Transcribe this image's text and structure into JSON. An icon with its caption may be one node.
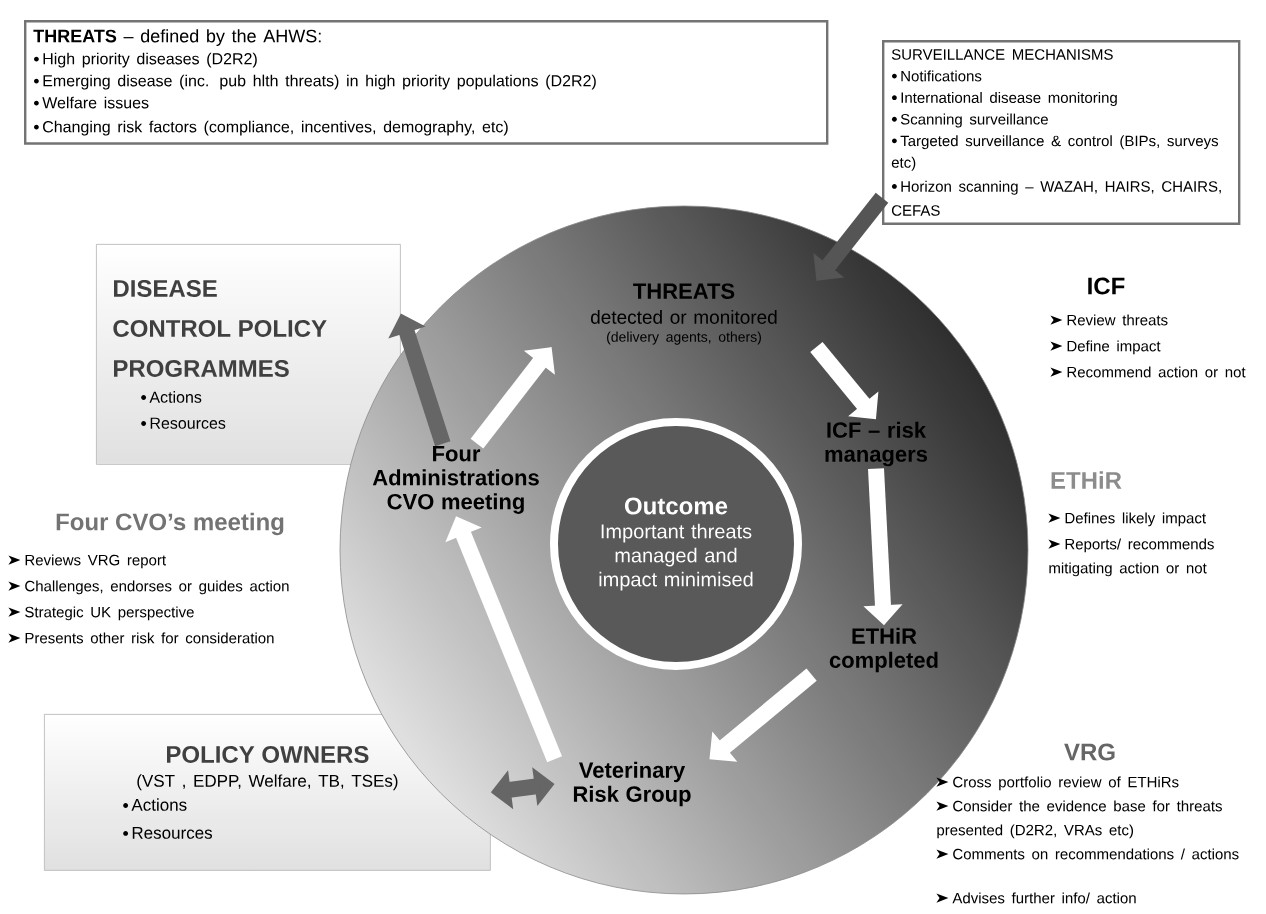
{
  "diagram": {
    "nodes": [
      {
        "text": [
          "**THREATS** – defined by the AHWS:",
          "High priority diseases (D2R2)",
          "Emerging disease (inc. pub hlth threats) in high priority populations (D2R2)",
          "Welfare issues",
          "Changing risk factors (compliance, incentives, demography, etc)"
        ]
      },
      {
        "text": [
          "SURVEILLANCE MECHANISMS",
          "Notifications",
          "International disease monitoring",
          "Scanning surveillance",
          "Targeted surveillance & control (BIPs, surveys etc)",
          "Horizon scanning – WAZAH, HAIRS, CHAIRS, CEFAS"
        ]
      },
      {
        "text": [
          "DISEASE CONTROL POLICY PROGRAMMES",
          "Actions",
          "Resources"
        ]
      },
      {
        "text": [
          "POLICY OWNERS",
          "(VST , EDPP, Welfare, TB, TSEs)",
          "Actions",
          "Resources"
        ]
      },
      {
        "text": [],
        "shape": "circle"
      },
      {
        "text": [
          "THREATS",
          "detected or monitored",
          "(delivery agents, others)"
        ],
        "in": 4
      },
      {
        "text": [
          "ICF – risk managers"
        ],
        "in": 4
      },
      {
        "text": [
          "ETHiR completed"
        ],
        "in": 4
      },
      {
        "text": [
          "Veterinary Risk Group"
        ],
        "in": 4
      },
      {
        "text": [
          "Four Administrations CVO meeting"
        ],
        "in": 4
      },
      {
        "text": [
          "Outcome",
          "Important threats managed and impact minimised"
        ],
        "in": 4
      }
    ],
    "edges": [
      {
        "from": 1,
        "to": 5,
        "arrow": "to",
        "color": "#555555"
      },
      {
        "from": 5,
        "to": 6,
        "arrow": "to"
      },
      {
        "from": 6,
        "to": 7,
        "arrow": "to"
      },
      {
        "from": 7,
        "to": 8,
        "arrow": "to"
      },
      {
        "from": 8,
        "to": 9,
        "arrow": "to"
      },
      {
        "from": 9,
        "to": 5,
        "arrow": "to"
      },
      {
        "from": 9,
        "to": 2,
        "arrow": "to",
        "color": "#666666"
      },
      {
        "from": 3,
        "to": 8,
        "arrow": "both",
        "color": "#666666"
      }
    ],
    "labels": [
      "ICF",
      "Review threats",
      "Define impact",
      "Recommend action or not",
      "ETHiR",
      "Defines likely impact",
      "Reports/ recommends mitigating action or not",
      "Four CVO’s meeting",
      "Reviews VRG report",
      "Challenges, endorses or guides action",
      "Strategic UK perspective",
      "Presents other risk for consideration",
      "VRG",
      "Cross portfolio review of ETHiRs",
      "Consider the evidence base for threats presented (D2R2, VRAs etc)",
      "Comments on recommendations / actions",
      "Advises further info/ action"
    ]
  }
}
